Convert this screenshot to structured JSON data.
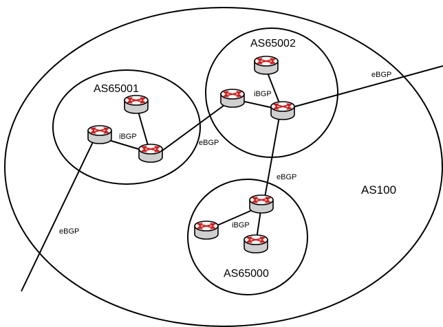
{
  "diagram": {
    "outer_as": "AS100",
    "confederations": [
      {
        "id": "as65001",
        "label": "AS65001",
        "ibgp_label": "iBGP"
      },
      {
        "id": "as65002",
        "label": "AS65002",
        "ibgp_label": "iBGP"
      },
      {
        "id": "as65000",
        "label": "AS65000",
        "ibgp_label": "iBGP"
      }
    ],
    "links": {
      "ebgp_65001_65002": "eBGP",
      "ebgp_65002_65000": "eBGP",
      "ebgp_external_right": "eBGP",
      "ebgp_external_left": "eBGP"
    },
    "router_icon": "router-icon",
    "colors": {
      "line": "#000000",
      "router_body": "#e8e8e8",
      "router_arrows": "#cc1f1f"
    }
  }
}
